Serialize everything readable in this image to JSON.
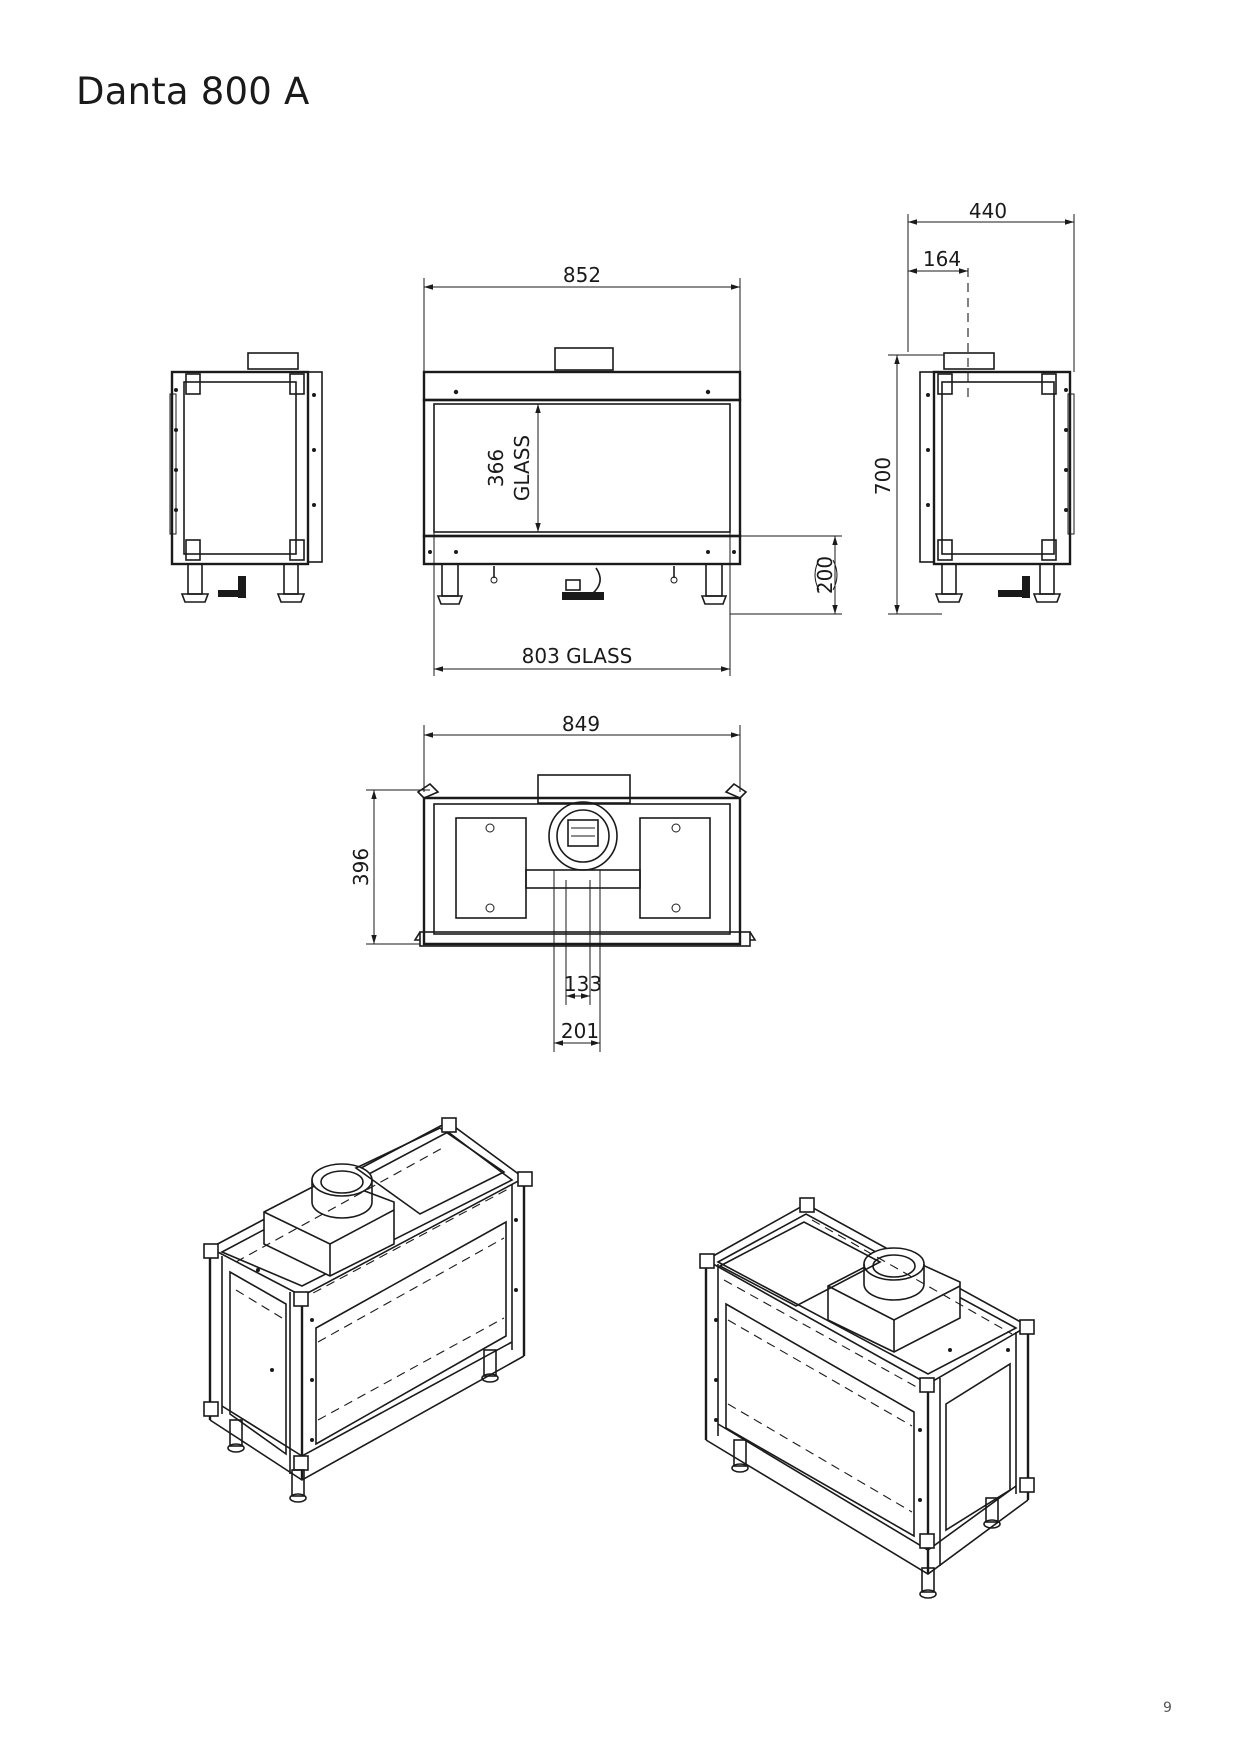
{
  "page": {
    "title": "Danta 800 A",
    "page_number": "9"
  },
  "dimensions": {
    "front_width": "852",
    "glass_height_value": "366",
    "glass_height_unit": "GLASS",
    "glass_width": "803 GLASS",
    "base_height": "200",
    "side_depth": "440",
    "flue_offset": "164",
    "total_height": "700",
    "top_width": "849",
    "top_depth": "396",
    "flue_inner": "133",
    "flue_outer": "201"
  }
}
